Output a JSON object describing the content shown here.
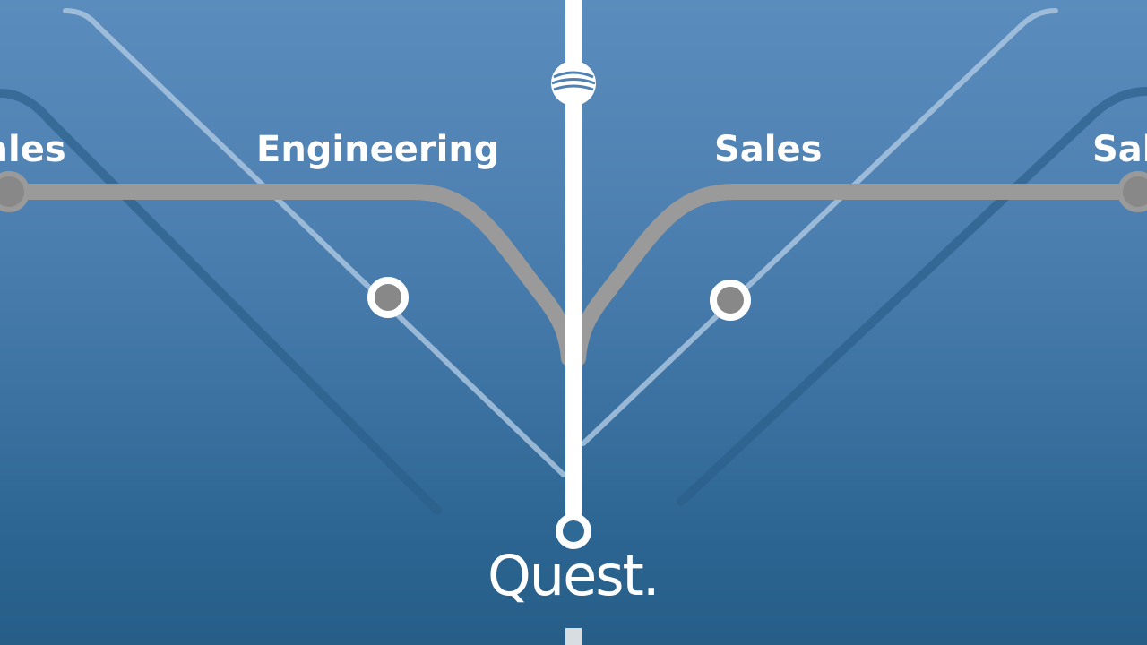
{
  "labels": {
    "left_sales": "ales",
    "engineering": "Engineering",
    "sales": "Sales",
    "right_sales": "Sal"
  },
  "brand": {
    "name": "Quest."
  },
  "colors": {
    "background_top": "#5a8cbd",
    "background_bottom": "#265e88",
    "route_gray": "#9a9a9a",
    "route_light": "#a9c4df",
    "route_dark": "#2c5f8a",
    "main_line": "#ffffff",
    "station_fill": "#888888"
  },
  "icons": {
    "hub_station": "hub-station-icon",
    "end_station": "terminal-station-icon",
    "stops": "station-stop-icon"
  }
}
